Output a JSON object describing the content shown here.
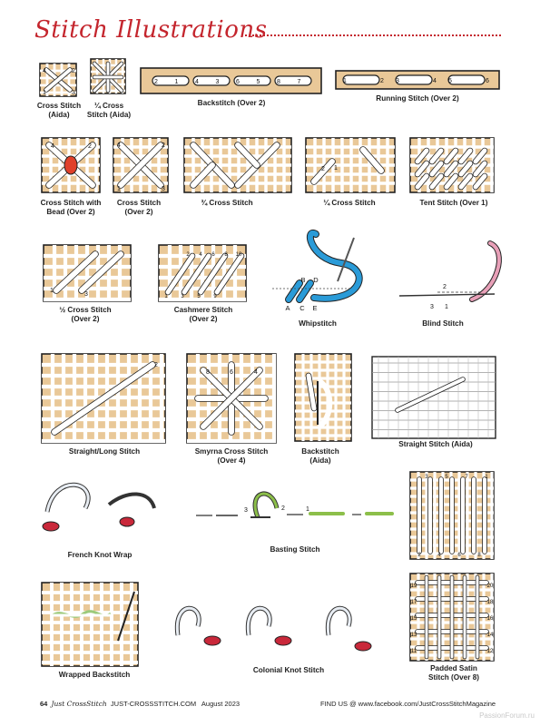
{
  "header": {
    "title": "Stitch Illustrations"
  },
  "stitches": [
    {
      "id": "cross-stitch-aida",
      "label": "Cross Stitch\n(Aida)"
    },
    {
      "id": "quarter-cross-aida",
      "label": "¼ Cross\nStitch (Aida)"
    },
    {
      "id": "backstitch-over-2",
      "label": "Backstitch (Over 2)"
    },
    {
      "id": "running-stitch",
      "label": "Running Stitch (Over 2)"
    },
    {
      "id": "cross-bead",
      "label": "Cross Stitch with\nBead  (Over 2)"
    },
    {
      "id": "cross-over-2",
      "label": "Cross Stitch\n(Over 2)"
    },
    {
      "id": "three-quarter-cross",
      "label": "¾ Cross Stitch"
    },
    {
      "id": "quarter-cross",
      "label": "¼ Cross Stitch"
    },
    {
      "id": "tent-stitch",
      "label": "Tent Stitch (Over 1)"
    },
    {
      "id": "half-cross",
      "label": "½ Cross Stitch\n(Over 2)"
    },
    {
      "id": "cashmere",
      "label": "Cashmere Stitch\n(Over 2)"
    },
    {
      "id": "whipstitch",
      "label": "Whipstitch"
    },
    {
      "id": "blind-stitch",
      "label": "Blind Stitch"
    },
    {
      "id": "straight-long",
      "label": "Straight/Long Stitch"
    },
    {
      "id": "smyrna",
      "label": "Smyrna Cross Stitch\n(Over 4)"
    },
    {
      "id": "backstitch-aida",
      "label": "Backstitch\n(Aida)"
    },
    {
      "id": "straight-aida",
      "label": "Straight Stitch (Aida)"
    },
    {
      "id": "french-knot",
      "label": "French Knot Wrap"
    },
    {
      "id": "basting",
      "label": "Basting Stitch"
    },
    {
      "id": "wrapped-backstitch",
      "label": "Wrapped Backstitch"
    },
    {
      "id": "colonial-knot",
      "label": "Colonial Knot Stitch"
    },
    {
      "id": "padded-satin",
      "label": "Padded Satin\nStitch (Over 8)"
    }
  ],
  "diagram_labels": {
    "cross_aida": [
      "4",
      "2",
      "1",
      "3"
    ],
    "backstitch": [
      "2",
      "1",
      "4",
      "3",
      "6",
      "5",
      "8",
      "7"
    ],
    "running": [
      "1",
      "2",
      "3",
      "4",
      "5",
      "6"
    ],
    "cross_over2": [
      "4",
      "2",
      "1",
      "3"
    ],
    "whip": [
      "B",
      "D",
      "A",
      "C",
      "E"
    ],
    "blind": [
      "2",
      "3",
      "1"
    ],
    "basting": [
      "3",
      "2",
      "1"
    ],
    "padded_top": [
      "3",
      "5",
      "7",
      "1"
    ],
    "padded_bottom": [
      "2",
      "4",
      "6",
      "8"
    ],
    "satin_right": [
      "20",
      "18",
      "16",
      "14",
      "12"
    ],
    "satin_left": [
      "19",
      "17",
      "15",
      "13",
      "11"
    ],
    "half_cross": [
      "1",
      "3"
    ],
    "cashmere_top": [
      "2",
      "4",
      "6",
      "8",
      "10"
    ],
    "cashmere_bottom": [
      "1",
      "3",
      "5",
      "9"
    ],
    "smyrna": [
      "6",
      "8",
      "4",
      "2",
      "7",
      "3",
      "1",
      "5"
    ]
  },
  "footer": {
    "page": "64",
    "magazine": "Just CrossStitch",
    "site": "JUST-CROSSSTITCH.COM",
    "issue": "August 2023",
    "find_us": "FIND US @ www.facebook.com/JustCrossStitchMagazine",
    "watermark": "PassionForum.ru"
  },
  "colors": {
    "accent": "#c4252d",
    "canvas": "#e9c898",
    "thread": "#ffffff",
    "outline": "#222222",
    "whip_blue": "#2a9bd8",
    "blind_pink": "#e8a0b8",
    "basting_green": "#8cbf4a",
    "bead": "#e0402a",
    "nail": "#c9283a"
  }
}
